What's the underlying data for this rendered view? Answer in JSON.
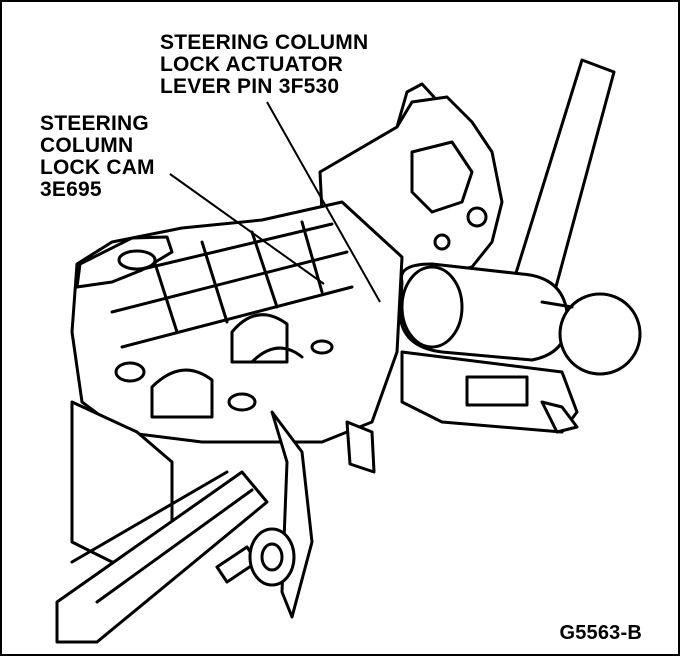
{
  "callouts": {
    "lever_pin": {
      "line1": "STEERING COLUMN",
      "line2": "LOCK ACTUATOR",
      "line3": "LEVER PIN 3F530"
    },
    "lock_cam": {
      "line1": "STEERING",
      "line2": "COLUMN",
      "line3": "LOCK CAM",
      "line4": "3E695"
    }
  },
  "figure_id": "G5563-B",
  "colors": {
    "ink": "#000000",
    "paper": "#ffffff"
  }
}
